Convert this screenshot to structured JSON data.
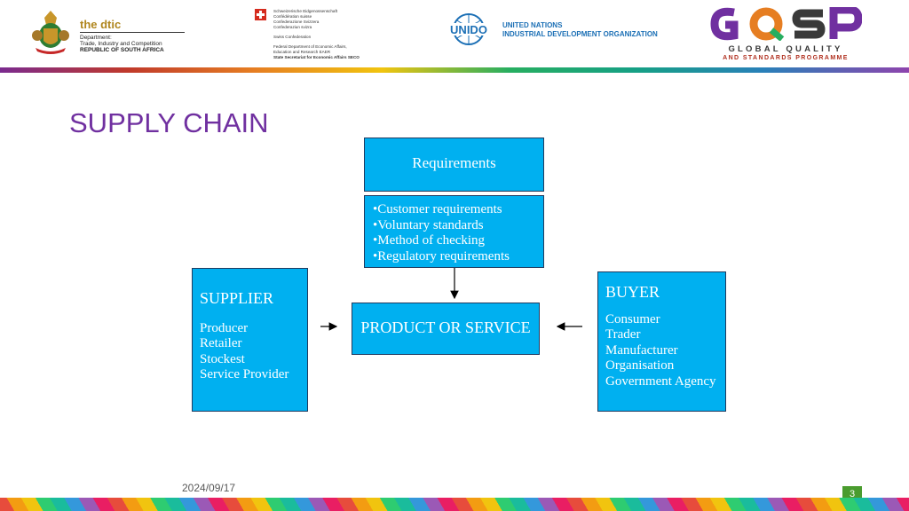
{
  "header": {
    "dtic": {
      "name": "the dtic",
      "line1": "Department:",
      "line2": "Trade, Industry and Competition",
      "line3": "REPUBLIC OF SOUTH AFRICA"
    },
    "swiss": {
      "line1": "Schweizerische Eidgenossenschaft",
      "line2": "Confédération suisse",
      "line3": "Confederazione Svizzera",
      "line4": "Confederaziun svizra",
      "line5": "Swiss Confederation",
      "line6": "Federal Department of Economic Affairs,",
      "line7": "Education and Research EAER",
      "line8": "State Secretariat for Economic Affairs SECO"
    },
    "unido": {
      "logo_text": "UNIDO",
      "line1": "UNITED NATIONS",
      "line2": "INDUSTRIAL DEVELOPMENT ORGANIZATION"
    },
    "gqsp": {
      "line1": "GLOBAL QUALITY",
      "line2": "AND STANDARDS PROGRAMME"
    }
  },
  "slide": {
    "title": "SUPPLY CHAIN",
    "date": "2024/09/17",
    "page_number": "3"
  },
  "diagram": {
    "requirements_title": "Requirements",
    "requirements_items": [
      "•Customer requirements",
      "•Voluntary standards",
      "•Method of checking",
      "•Regulatory requirements"
    ],
    "supplier": {
      "title": "SUPPLIER",
      "items": [
        "Producer",
        "Retailer",
        "Stockest",
        "Service Provider"
      ]
    },
    "product": "PRODUCT OR SERVICE",
    "buyer": {
      "title": "BUYER",
      "items": [
        "Consumer",
        "Trader",
        "Manufacturer",
        "Organisation",
        "Government Agency"
      ]
    }
  },
  "colors": {
    "box_fill": "#00b0f0",
    "title_color": "#7030a0",
    "page_badge": "#4a9c2f"
  }
}
